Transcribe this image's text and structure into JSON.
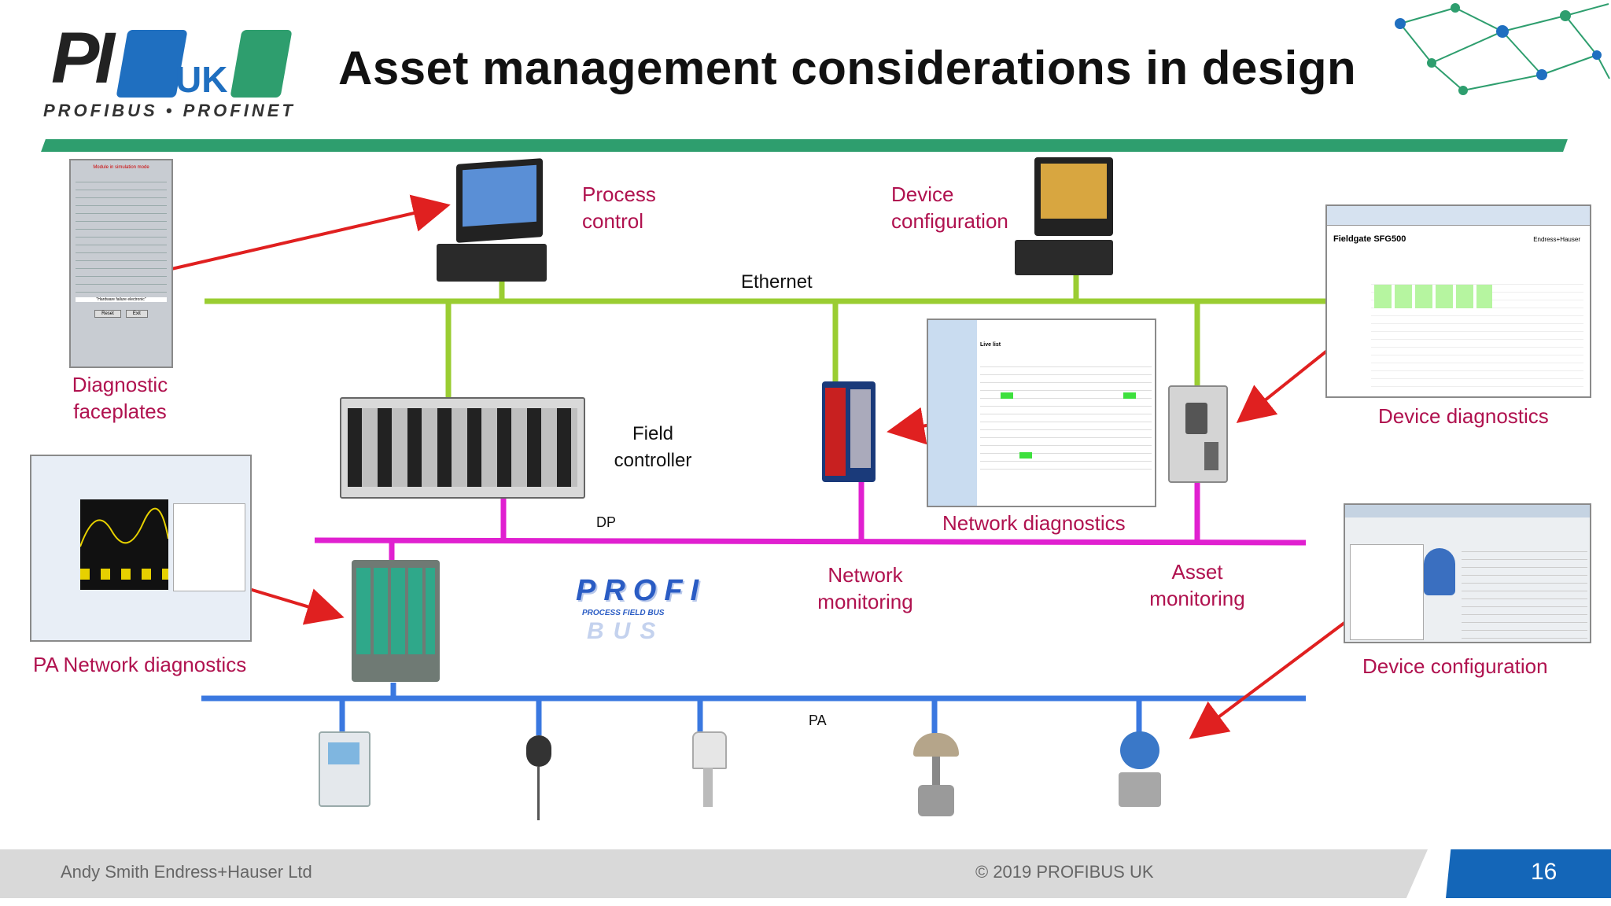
{
  "slide": {
    "title": "Asset management considerations in design",
    "page_number": "16"
  },
  "logo": {
    "text_pi": "PI",
    "text_uk": "UK",
    "tagline": "PROFIBUS • PROFINET"
  },
  "labels": {
    "process_control_1": "Process",
    "process_control_2": "control",
    "device_configuration_top_1": "Device",
    "device_configuration_top_2": "configuration",
    "ethernet": "Ethernet",
    "diagnostic_faceplates_1": "Diagnostic",
    "diagnostic_faceplates_2": "faceplates",
    "field_controller_1": "Field",
    "field_controller_2": "controller",
    "network_diagnostics": "Network diagnostics",
    "device_diagnostics": "Device diagnostics",
    "dp": "DP",
    "network_monitoring_1": "Network",
    "network_monitoring_2": "monitoring",
    "asset_monitoring_1": "Asset",
    "asset_monitoring_2": "monitoring",
    "pa_network_diagnostics": "PA Network diagnostics",
    "device_configuration_bottom": "Device configuration",
    "pa": "PA"
  },
  "screens": {
    "fieldgate_title": "Fieldgate SFG500",
    "fieldgate_brand": "Endress+Hauser",
    "live_list": "Live list",
    "diagnostic_panel_title": "Module in simulation mode",
    "diagnostic_panel_status": "\"Hardware failure electronic\"",
    "diagnostic_buttons": [
      "Reset",
      "Exit"
    ]
  },
  "profibus_logo": {
    "letters": "PROFI",
    "sub": "PROCESS FIELD BUS",
    "bus": "BUS"
  },
  "footer": {
    "author": "Andy Smith Endress+Hauser Ltd",
    "copyright": "© 2019   PROFIBUS UK"
  },
  "colors": {
    "ethernet_line": "#9acd32",
    "dp_line": "#e020d0",
    "pa_line": "#3a78e0",
    "accent_green": "#2e9e6e",
    "arrow_red": "#e02020",
    "label_red": "#b0124f",
    "page_blue": "#1466b8"
  }
}
